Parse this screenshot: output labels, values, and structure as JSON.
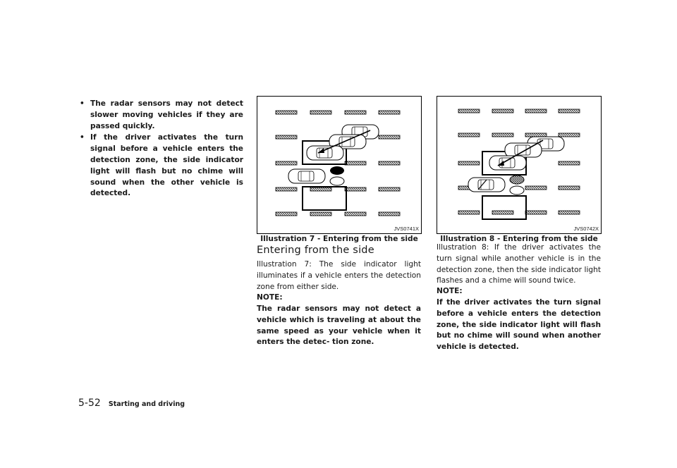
{
  "bullets": [
    "The radar sensors may not detect slower moving vehicles if they are passed quickly.",
    "If the driver activates the turn signal before a vehicle enters the detection zone, the side indicator light will flash but no chime will sound when the other vehicle is detected."
  ],
  "bullet_marker": "•",
  "figures": [
    {
      "code": "JVS0741X",
      "caption": "Illustration 7 - Entering from the side"
    },
    {
      "code": "JVS0742X",
      "caption": "Illustration 8 - Entering from the side"
    }
  ],
  "section_heading": "Entering from the side",
  "illustration7": {
    "text": "Illustration 7: The side indicator light illuminates if a vehicle enters the detection zone from either side.",
    "note_label": "NOTE:",
    "note_text": "The radar sensors may not detect a vehicle which is traveling at about the same speed as your vehicle when it enters the detec- tion zone."
  },
  "illustration8": {
    "text": "Illustration 8: If the driver activates the turn signal while another vehicle is in the detection zone, then the side indicator light flashes and a chime will sound twice.",
    "note_label": "NOTE:",
    "note_text": "If the driver activates the turn signal before a vehicle enters the detection zone, the side indicator light will flash but no chime will sound when another vehicle is detected."
  },
  "footer": {
    "page_number": "5-52",
    "section_title": "Starting and driving"
  }
}
